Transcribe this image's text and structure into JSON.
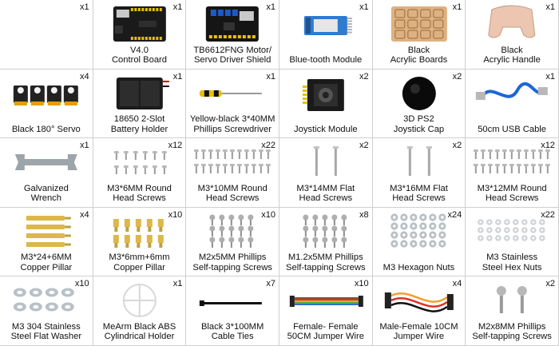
{
  "items": [
    {
      "qty": "x1",
      "label": "",
      "pic": "usb-charger"
    },
    {
      "qty": "x1",
      "label": "V4.0\nControl Board",
      "pic": "control-board"
    },
    {
      "qty": "x1",
      "label": "TB6612FNG Motor/\nServo Driver Shield",
      "pic": "driver-shield"
    },
    {
      "qty": "x1",
      "label": "Blue-tooth Module",
      "pic": "bluetooth"
    },
    {
      "qty": "x1",
      "label": "Black\nAcrylic Boards",
      "pic": "acrylic-boards"
    },
    {
      "qty": "x1",
      "label": "Black\nAcrylic Handle",
      "pic": "acrylic-handle"
    },
    {
      "qty": "x4",
      "label": "Black 180° Servo",
      "pic": "servo"
    },
    {
      "qty": "x1",
      "label": "18650 2-Slot\nBattery Holder",
      "pic": "battery-holder"
    },
    {
      "qty": "x1",
      "label": "Yellow-black 3*40MM\nPhillips Screwdriver",
      "pic": "screwdriver"
    },
    {
      "qty": "x2",
      "label": "Joystick Module",
      "pic": "joystick"
    },
    {
      "qty": "x2",
      "label": "3D PS2\nJoystick Cap",
      "pic": "joystick-cap"
    },
    {
      "qty": "x1",
      "label": "50cm USB Cable",
      "pic": "usb-cable"
    },
    {
      "qty": "x1",
      "label": "Galvanized\nWrench",
      "pic": "wrench"
    },
    {
      "qty": "x12",
      "label": "M3*6MM Round\nHead Screws",
      "pic": "screws-small"
    },
    {
      "qty": "x22",
      "label": "M3*10MM Round\nHead Screws",
      "pic": "screws-rows"
    },
    {
      "qty": "x2",
      "label": "M3*14MM Flat\nHead Screws",
      "pic": "flat-screws"
    },
    {
      "qty": "x2",
      "label": "M3*16MM Flat\nHead Screws",
      "pic": "flat-screws"
    },
    {
      "qty": "x12",
      "label": "M3*12MM Round\nHead Screws",
      "pic": "screws-rows"
    },
    {
      "qty": "x4",
      "label": "M3*24+6MM\nCopper Pillar",
      "pic": "pillar-long"
    },
    {
      "qty": "x10",
      "label": "M3*6mm+6mm\nCopper Pillar",
      "pic": "pillar-short"
    },
    {
      "qty": "x10",
      "label": "M2x5MM Phillips\nSelf-tapping Screws",
      "pic": "tapping-screws"
    },
    {
      "qty": "x8",
      "label": "M1.2x5MM Phillips\nSelf-tapping Screws",
      "pic": "tapping-screws"
    },
    {
      "qty": "x24",
      "label": "M3 Hexagon Nuts",
      "pic": "hex-nuts"
    },
    {
      "qty": "x22",
      "label": "M3 Stainless\nSteel Hex Nuts",
      "pic": "steel-nuts"
    },
    {
      "qty": "x10",
      "label": "M3 304 Stainless\nSteel Flat Washer",
      "pic": "washers"
    },
    {
      "qty": "x1",
      "label": "MeArm Black ABS\nCylindrical Holder",
      "pic": "holder"
    },
    {
      "qty": "x7",
      "label": "Black 3*100MM\nCable Ties",
      "pic": "cable-tie"
    },
    {
      "qty": "x10",
      "label": "Female- Female\n50CM Jumper Wire",
      "pic": "jumper-ff"
    },
    {
      "qty": "x4",
      "label": "Male-Female 10CM\nJumper Wire",
      "pic": "jumper-mf"
    },
    {
      "qty": "x2",
      "label": "M2x8MM Phillips\nSelf-tapping Screws",
      "pic": "big-screws"
    }
  ]
}
